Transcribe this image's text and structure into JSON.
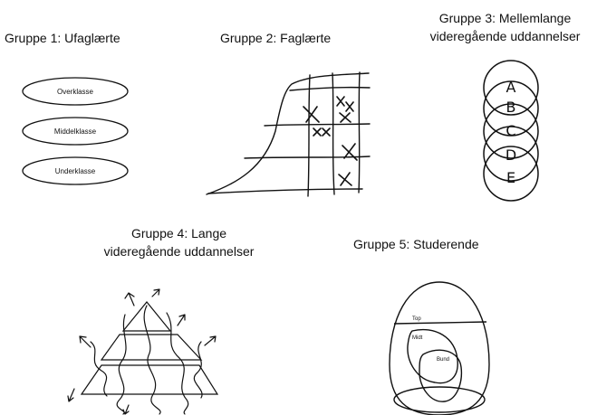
{
  "groups": [
    {
      "title_lines": [
        "Gruppe 1: Ufaglærte"
      ],
      "labels": [
        "Overklasse",
        "Middelklasse",
        "Underklasse"
      ]
    },
    {
      "title_lines": [
        "Gruppe 2: Faglærte"
      ]
    },
    {
      "title_lines": [
        "Gruppe 3: Mellemlange",
        "videregående uddannelser"
      ],
      "labels": [
        "A",
        "B",
        "C",
        "D",
        "E"
      ]
    },
    {
      "title_lines": [
        "Gruppe 4: Lange",
        "videregående uddannelser"
      ]
    },
    {
      "title_lines": [
        "Gruppe 5: Studerende"
      ],
      "labels": [
        "Top",
        "Midt",
        "Bund"
      ]
    }
  ]
}
